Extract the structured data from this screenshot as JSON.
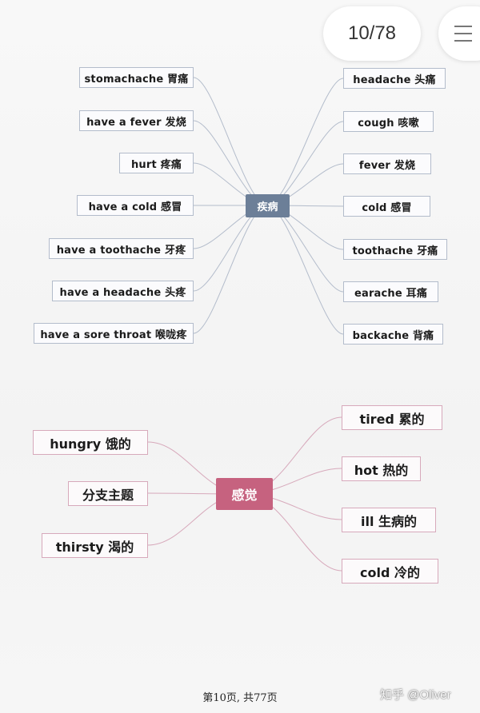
{
  "pager": {
    "page_indicator": "10/78",
    "menu_icon": "hamburger-icon"
  },
  "mindmap1": {
    "center": "疾病",
    "left": [
      "stomachache 胃痛",
      "have a fever  发烧",
      "hurt   疼痛",
      "have  a cold   感冒",
      "have  a toothache  牙疼",
      "have  a headache  头疼",
      "have  a sore throat  喉咙疼"
    ],
    "right": [
      "headache   头痛",
      "cough     咳嗽",
      "fever     发烧",
      "cold      感冒",
      "toothache   牙痛",
      "earache    耳痛",
      "backache   背痛"
    ]
  },
  "mindmap2": {
    "center": "感觉",
    "left": [
      "hungry   饿的",
      "分支主题",
      "thirsty  渴的"
    ],
    "right": [
      "tired    累的",
      "hot 热的",
      "ill    生病的",
      "cold    冷的"
    ]
  },
  "colors": {
    "branch1": "#b3bccb",
    "center1": "#6c7f98",
    "branch2": "#d7a9bb",
    "center2": "#c6627f"
  },
  "footer": {
    "page_text": "第10页, 共77页",
    "watermark": "知乎 @Oliver"
  }
}
